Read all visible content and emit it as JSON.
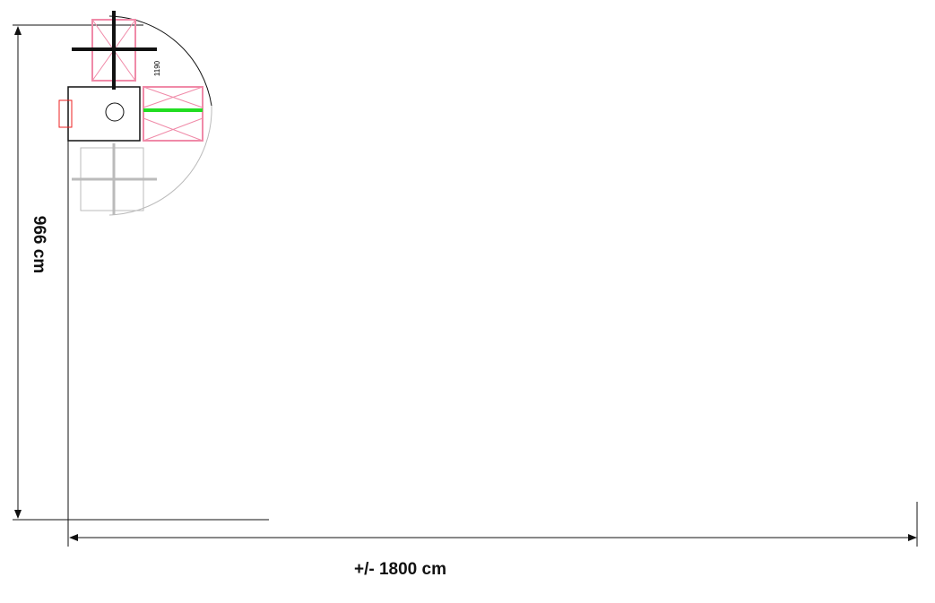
{
  "dimensions": {
    "height_label": "966 cm",
    "width_label": "+/- 1800 cm",
    "palletizer_note": "1190"
  },
  "colors": {
    "outline": "#111111",
    "conveyor_centerline": "#22bb22",
    "rotation_arrow": "#33dd33",
    "marker": "#e02020",
    "pallet": "#f08aa8",
    "ghost": "#bbbbbb"
  },
  "lines": [
    {
      "name": "line-1"
    },
    {
      "name": "line-2"
    }
  ]
}
